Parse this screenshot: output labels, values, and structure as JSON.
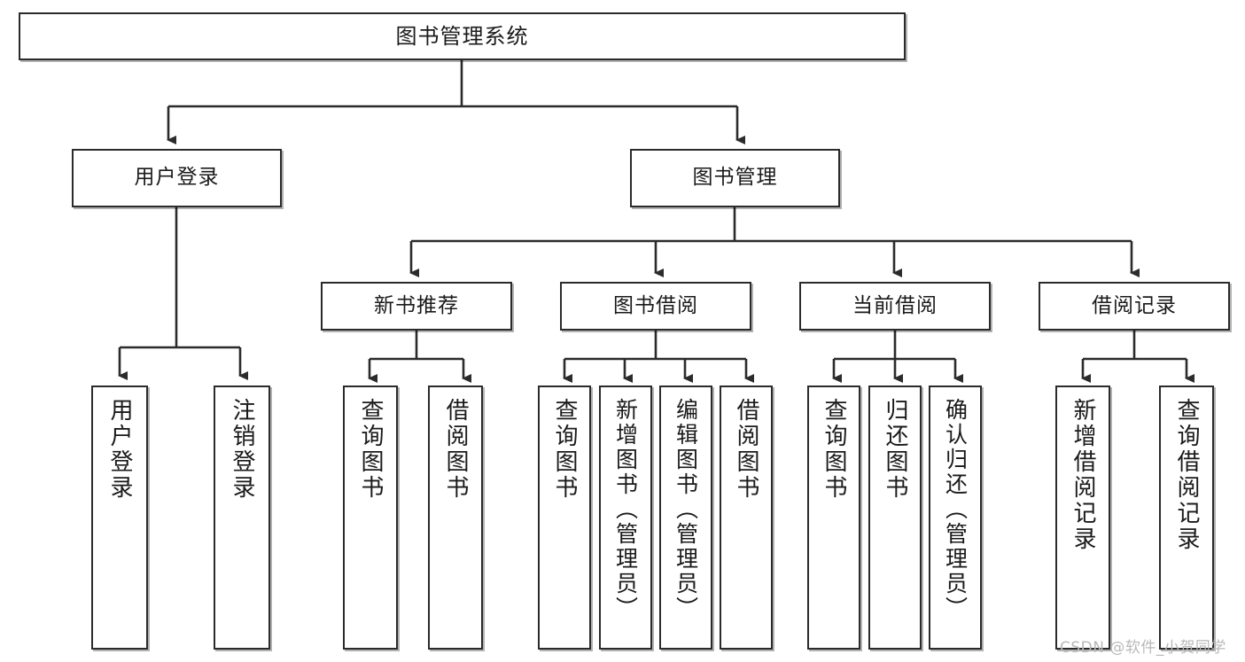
{
  "diagram": {
    "title": "图书管理系统",
    "root": {
      "label": "图书管理系统"
    },
    "level1": [
      {
        "label": "用户登录"
      },
      {
        "label": "图书管理"
      }
    ],
    "level2": [
      {
        "label": "新书推荐"
      },
      {
        "label": "图书借阅"
      },
      {
        "label": "当前借阅"
      },
      {
        "label": "借阅记录"
      }
    ],
    "leaves": {
      "user_login": [
        {
          "label": "用户登录"
        },
        {
          "label": "注销登录"
        }
      ],
      "new_book": [
        {
          "label": "查询图书"
        },
        {
          "label": "借阅图书"
        }
      ],
      "book_borrow": [
        {
          "label": "查询图书"
        },
        {
          "label": "新增图书（管理员）"
        },
        {
          "label": "编辑图书（管理员）"
        },
        {
          "label": "借阅图书"
        }
      ],
      "current_borrow": [
        {
          "label": "查询图书"
        },
        {
          "label": "归还图书"
        },
        {
          "label": "确认归还（管理员）"
        }
      ],
      "borrow_record": [
        {
          "label": "新增借阅记录"
        },
        {
          "label": "查询借阅记录"
        }
      ]
    }
  },
  "watermark": {
    "text": "CSDN @软件_小贺同学"
  },
  "colors": {
    "box_border": "#2b2b2b",
    "box_fill": "#ffffff",
    "line": "#1c1c1c",
    "text": "#1a1a1a",
    "watermark": "#b9b9b9"
  }
}
